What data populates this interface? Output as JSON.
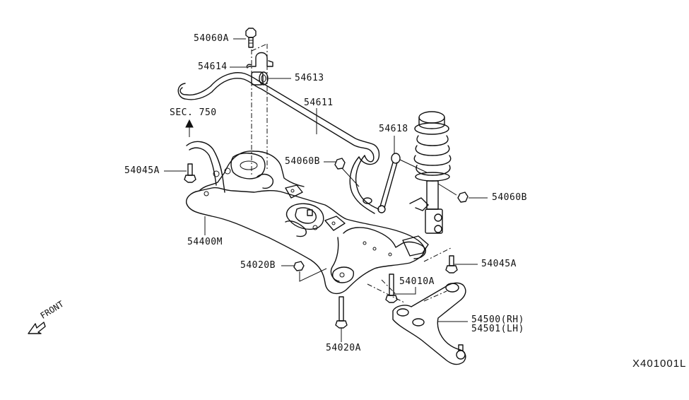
{
  "diagram": {
    "type": "exploded-parts-diagram",
    "reference_code": "X401001L",
    "direction_indicator": "FRONT",
    "section_reference": "SEC. 750",
    "callouts": [
      {
        "id": "54060A",
        "part": "stabilizer-clamp-bolt"
      },
      {
        "id": "54614",
        "part": "stabilizer-clamp"
      },
      {
        "id": "54613",
        "part": "stabilizer-bushing"
      },
      {
        "id": "54611",
        "part": "stabilizer-bar"
      },
      {
        "id": "54618",
        "part": "stabilizer-link"
      },
      {
        "id": "54060B",
        "part": "link-nut-inner"
      },
      {
        "id": "54060B",
        "part": "link-nut-outer"
      },
      {
        "id": "54045A",
        "part": "bolt-upper-left"
      },
      {
        "id": "54045A",
        "part": "bolt-right"
      },
      {
        "id": "54400M",
        "part": "front-suspension-member"
      },
      {
        "id": "54020B",
        "part": "member-nut"
      },
      {
        "id": "54020A",
        "part": "member-bolt"
      },
      {
        "id": "54010A",
        "part": "transverse-link-bolt"
      },
      {
        "id": "54500(RH)",
        "part": "transverse-link-rh"
      },
      {
        "id": "54501(LH)",
        "part": "transverse-link-lh"
      }
    ]
  }
}
